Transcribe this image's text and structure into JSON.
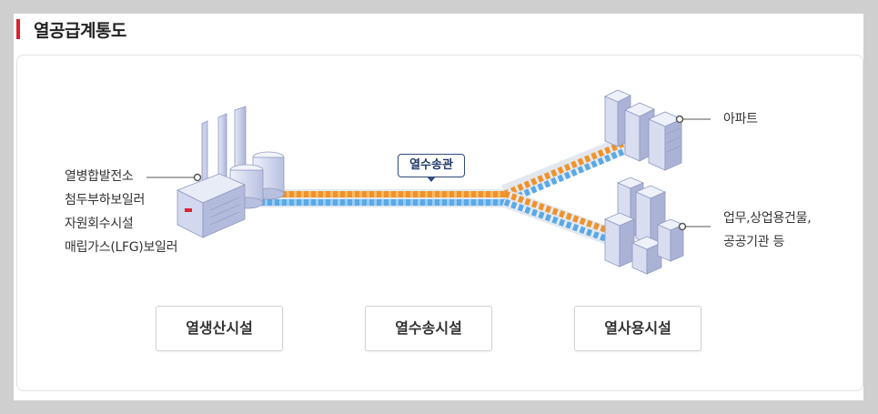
{
  "title": "열공급계통도",
  "pipe_label": "열수송관",
  "left_labels": [
    "열병합발전소",
    "첨두부하보일러",
    "자원회수시설",
    "매립가스(LFG)보일러"
  ],
  "apartment_label": "아파트",
  "right_labels": [
    "업무,상업용건물,",
    "공공기관 등"
  ],
  "buttons": [
    "열생산시설",
    "열수송시설",
    "열사용시설"
  ],
  "colors": {
    "accent": "#d9232e",
    "hot_pipe": "#f0922a",
    "return_pipe": "#5aa8e6",
    "building": "#c9cfe8"
  }
}
